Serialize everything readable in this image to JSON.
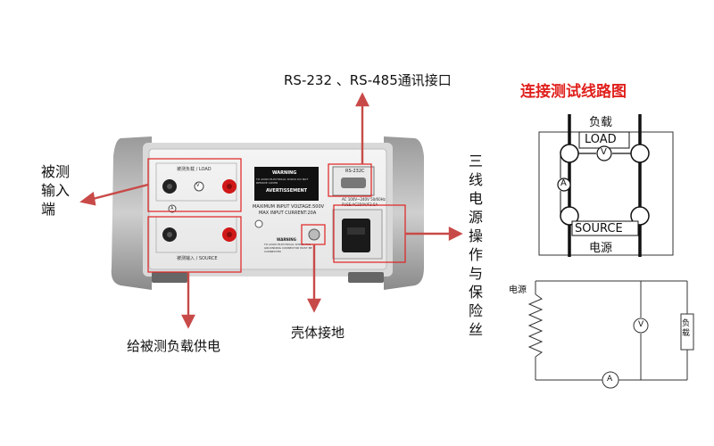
{
  "labels": {
    "rs_port": "RS-232 、RS-485通讯接口",
    "input_terminal": "被测输入端",
    "power_ops": "三线电源操作与保险丝",
    "shell_ground": "壳体接地",
    "supply_load": "给被测负载供电"
  },
  "panel": {
    "load_group": "被测负载 / LOAD",
    "source_group": "被测输入 / SOURCE",
    "warning_title": "WARNING",
    "warning_text": "TO AVOID ELECTRICAL SHOCK DO NOT REMOVE COVER",
    "avertissement_title": "AVERTISSEMENT",
    "max_voltage": "MAXIMUM INPUT VOLTAGE:500V",
    "max_current": "MAX INPUT CURRENT:20A",
    "rs232c": "RS-232C",
    "ac_line": "AC 100V~240V 50/60Hz",
    "fuse": "FUSE:AC250V/F3.5A",
    "ground_warning": "WARNING",
    "ground_text": "TO AVOID ELECTRICAL SHOCK THE GROUNDING CONNECTOR MUST BE CONNECTED",
    "meter_v": "V",
    "meter_a": "A"
  },
  "diagram_top": {
    "title": "连接测试线路图",
    "load_cn": "负载",
    "load_en": "LOAD",
    "source_en": "SOURCE",
    "source_cn": "电源",
    "v": "V",
    "a": "A"
  },
  "diagram_bottom": {
    "power_label": "电源",
    "load_label": "负载",
    "v": "V",
    "a": "A"
  },
  "colors": {
    "accent_red": "#e0201c",
    "box_red": "#e02020"
  }
}
